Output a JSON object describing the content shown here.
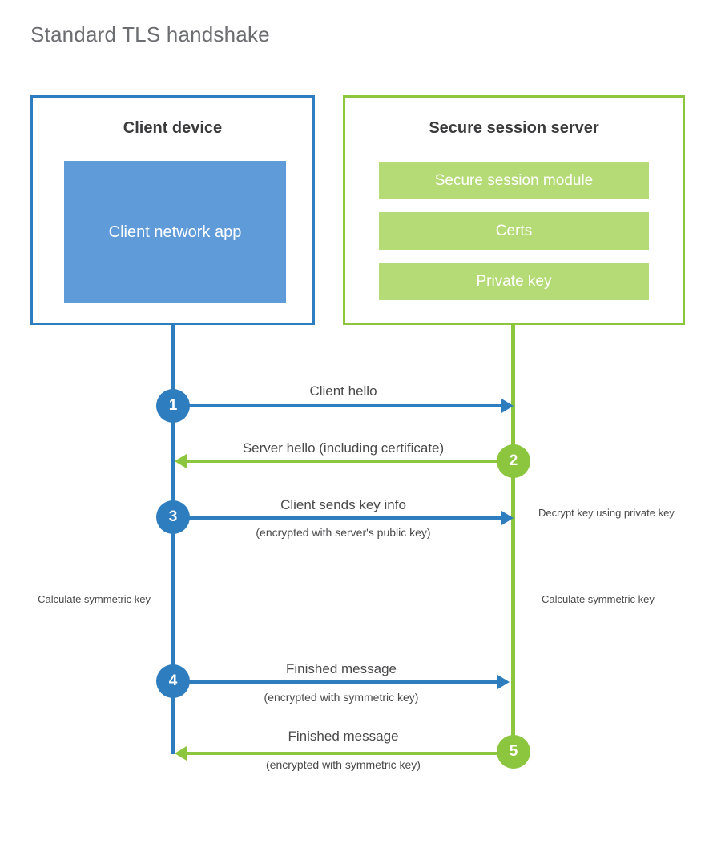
{
  "page": {
    "title": "Standard TLS handshake"
  },
  "colors": {
    "client_blue": "#2E7DBE",
    "client_block_blue": "#5F9BD8",
    "server_green": "#8CC63E",
    "server_bar_green": "#B5DB77",
    "title_gray": "#6d6e71",
    "text_gray": "#4a4a4c",
    "heading_gray": "#3b3b3d",
    "background": "#ffffff"
  },
  "client": {
    "title": "Client device",
    "app_block": "Client network app"
  },
  "server": {
    "title": "Secure session server",
    "components": [
      {
        "label": "Secure session module"
      },
      {
        "label": "Certs"
      },
      {
        "label": "Private key"
      }
    ]
  },
  "steps": [
    {
      "number": "1",
      "label": "Client hello",
      "sublabel": "",
      "direction": "client-to-server",
      "color": "#2E7DBE"
    },
    {
      "number": "2",
      "label": "Server hello (including certificate)",
      "sublabel": "",
      "direction": "server-to-client",
      "color": "#8CC63E"
    },
    {
      "number": "3",
      "label": "Client sends key info",
      "sublabel": "(encrypted with server's public key)",
      "direction": "client-to-server",
      "color": "#2E7DBE"
    },
    {
      "number": "4",
      "label": "Finished message",
      "sublabel": "(encrypted with symmetric key)",
      "direction": "client-to-server",
      "color": "#2E7DBE"
    },
    {
      "number": "5",
      "label": "Finished message",
      "sublabel": "(encrypted with symmetric key)",
      "direction": "server-to-client",
      "color": "#8CC63E"
    }
  ],
  "notes": {
    "server_decrypt": "Decrypt key using private key",
    "client_calculate": "Calculate symmetric key",
    "server_calculate": "Calculate symmetric key"
  }
}
